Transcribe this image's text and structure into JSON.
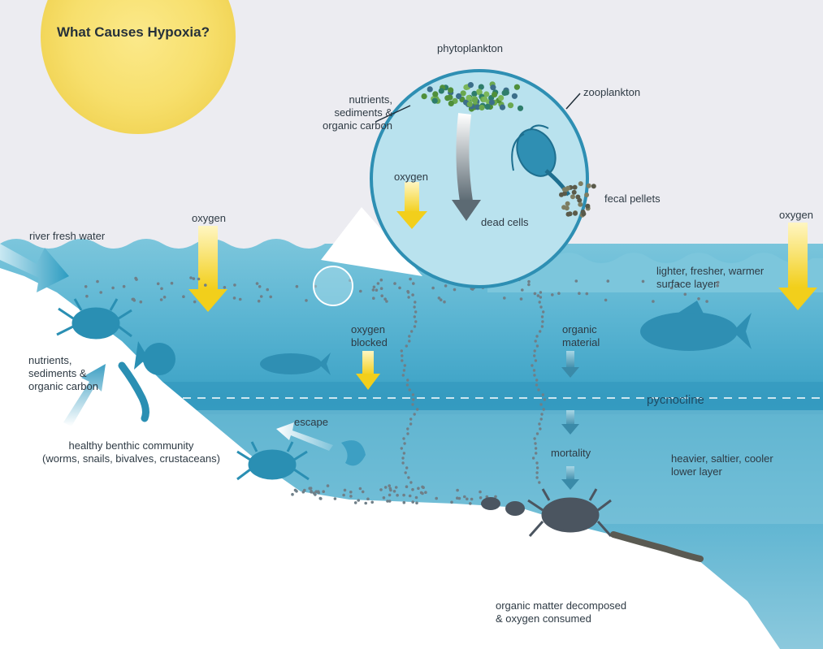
{
  "title": "What Causes Hypoxia?",
  "labels": {
    "phytoplankton": "phytoplankton",
    "zooplankton": "zooplankton",
    "nutrients_top": "nutrients,\nsediments &\norganic carbon",
    "oxygen_circle": "oxygen",
    "dead_cells": "dead cells",
    "fecal_pellets": "fecal pellets",
    "river": "river fresh water",
    "oxygen_left": "oxygen",
    "oxygen_right": "oxygen",
    "surface_layer": "lighter, fresher, warmer\nsurface layer",
    "oxygen_blocked": "oxygen\nblocked",
    "organic_material": "organic\nmaterial",
    "nutrients_left": "nutrients,\nsediments &\norganic carbon",
    "pycnocline": "pycnocline",
    "escape": "escape",
    "mortality": "mortality",
    "lower_layer": "heavier, saltier, cooler\nlower layer",
    "benthic": "healthy benthic community\n(worms, snails, bivalves, crustaceans)",
    "decomposed": "organic matter decomposed\n& oxygen consumed"
  },
  "colors": {
    "sky": "#ececf1",
    "sun": "#f7e27c",
    "surface_water": "#7cc3da",
    "mid_water": "#3ea3c6",
    "lower_water": "#7ec1d8",
    "seabed": "#ffffff",
    "oxygen_arrow": "#f4d21e",
    "fish": "#2f8fb3",
    "crab_dark": "#4b5560",
    "label": "#2e3a44"
  }
}
